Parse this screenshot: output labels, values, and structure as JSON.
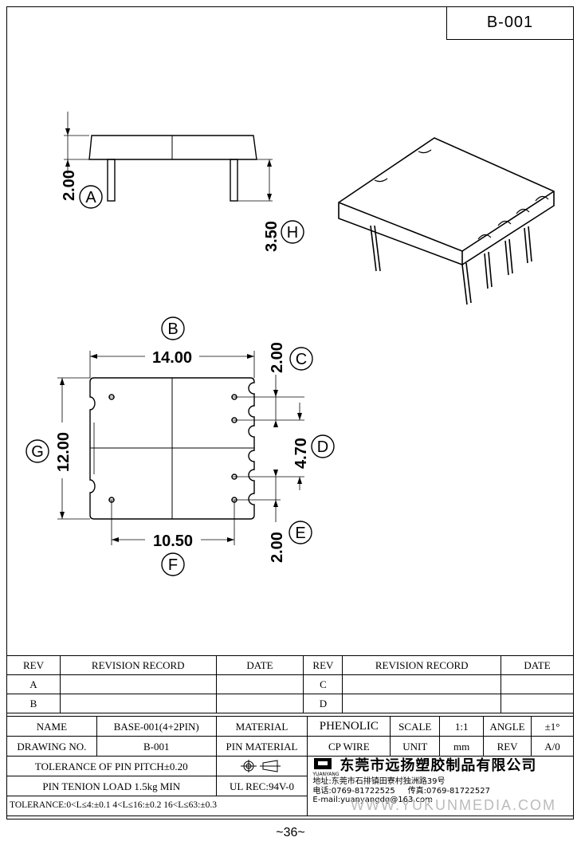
{
  "drawing_code": "B-001",
  "dimensions": {
    "a_value": "2.00",
    "a_label": "A",
    "h_value": "3.50",
    "h_label": "H",
    "b_value": "14.00",
    "b_label": "B",
    "c_value": "2.00",
    "c_label": "C",
    "d_value": "4.70",
    "d_label": "D",
    "e_value": "2.00",
    "e_label": "E",
    "f_value": "10.50",
    "f_label": "F",
    "g_value": "12.00",
    "g_label": "G"
  },
  "revision_table": {
    "headers": [
      "REV",
      "REVISION RECORD",
      "DATE",
      "REV",
      "REVISION RECORD",
      "DATE"
    ],
    "rows": [
      [
        "A",
        "",
        "",
        "C",
        "",
        ""
      ],
      [
        "B",
        "",
        "",
        "D",
        "",
        ""
      ]
    ]
  },
  "info_table": {
    "name_label": "NAME",
    "name_value": "BASE-001(4+2PIN)",
    "material_label": "MATERIAL",
    "material_value": "PHENOLIC",
    "scale_label": "SCALE",
    "scale_value": "1:1",
    "angle_label": "ANGLE",
    "angle_value": "±1°",
    "drawing_no_label": "DRAWING NO.",
    "drawing_no_value": "B-001",
    "pin_material_label": "PIN MATERIAL",
    "pin_material_value": "CP WIRE",
    "unit_label": "UNIT",
    "unit_value": "mm",
    "rev_label": "REV",
    "rev_value": "A/0",
    "pin_pitch_tolerance": "TOLERANCE OF PIN PITCH±0.20",
    "pin_load": "PIN TENION LOAD 1.5kg MIN",
    "ul_rec": "UL REC:94V-0",
    "tolerance": "TOLERANCE:0<L≤4:±0.1  4<L≤16:±0.2  16<L≤63:±0.3",
    "company_name": "东莞市远扬塑胶制品有限公司",
    "logo_text": "YUANYANG",
    "address": "地址:东莞市石排镇田寮村独洲路39号",
    "phone": "电话:0769-81722525",
    "fax": "传真:0769-81722527",
    "email": "E-mail:yuanyangdg@163.com"
  },
  "watermark": "WWW.YUKUNMEDIA.COM",
  "page_number": "~36~"
}
